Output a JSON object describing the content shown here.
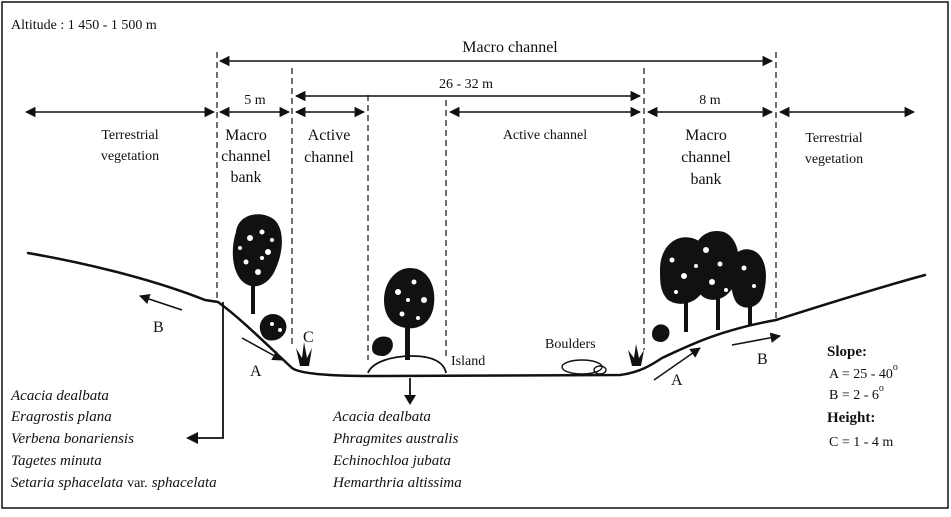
{
  "altitude": "Altitude : 1 450 - 1 500 m",
  "macro_channel": "Macro channel",
  "width_26_32": "26 - 32 m",
  "width_5": "5 m",
  "width_8": "8 m",
  "zones": {
    "terrestrial_left": [
      "Terrestrial",
      "vegetation"
    ],
    "macro_bank_left": [
      "Macro",
      "channel",
      "bank"
    ],
    "active_left": [
      "Active",
      "channel"
    ],
    "active_main": "Active channel",
    "macro_bank_right": [
      "Macro",
      "channel",
      "bank"
    ],
    "terrestrial_right": [
      "Terrestrial",
      "vegetation"
    ]
  },
  "markers": {
    "b_left": "B",
    "a_left": "A",
    "c": "C",
    "a_right": "A",
    "b_right": "B"
  },
  "island": "Island",
  "boulders": "Boulders",
  "species_left": [
    "Acacia dealbata",
    "Eragrostis plana",
    "Verbena bonariensis",
    "Tagetes minuta",
    "Setaria sphacelata"
  ],
  "species_left_var": "var.",
  "species_left_var_name": "sphacelata",
  "species_center": [
    "Acacia dealbata",
    "Phragmites australis",
    "Echinochloa jubata",
    "Hemarthria altissima"
  ],
  "legend": {
    "slope_title": "Slope:",
    "slope_a": "A = 25 - 40",
    "slope_b": "B = 2 - 6",
    "degree": "o",
    "height_title": "Height:",
    "height_c": "C = 1 - 4 m"
  }
}
